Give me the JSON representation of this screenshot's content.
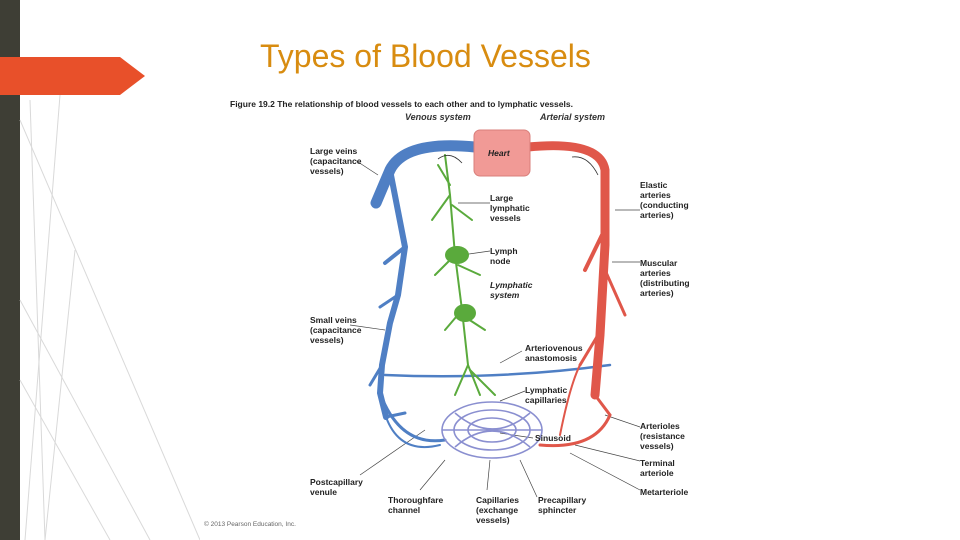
{
  "slide": {
    "title": "Types of Blood Vessels",
    "accent_color": "#d88c10",
    "arrow_color": "#e8502a"
  },
  "figure": {
    "caption": "Figure 19.2  The relationship of blood vessels to each other and to lymphatic vessels.",
    "venous_label": "Venous system",
    "arterial_label": "Arterial system",
    "heart_label": "Heart",
    "copyright": "© 2013 Pearson Education, Inc.",
    "labels": {
      "large_veins": [
        "Large veins",
        "(capacitance",
        "vessels)"
      ],
      "large_lymphatic": [
        "Large",
        "lymphatic",
        "vessels"
      ],
      "lymph_node": [
        "Lymph",
        "node"
      ],
      "lymphatic_system": [
        "Lymphatic",
        "system"
      ],
      "small_veins": [
        "Small veins",
        "(capacitance",
        "vessels)"
      ],
      "arteriovenous": [
        "Arteriovenous",
        "anastomosis"
      ],
      "lymphatic_capillaries": [
        "Lymphatic",
        "capillaries"
      ],
      "sinusoid": [
        "Sinusoid"
      ],
      "postcapillary": [
        "Postcapillary",
        "venule"
      ],
      "thoroughfare": [
        "Thoroughfare",
        "channel"
      ],
      "capillaries": [
        "Capillaries",
        "(exchange",
        "vessels)"
      ],
      "precapillary": [
        "Precapillary",
        "sphincter"
      ],
      "elastic_arteries": [
        "Elastic",
        "arteries",
        "(conducting",
        "arteries)"
      ],
      "muscular_arteries": [
        "Muscular",
        "arteries",
        "(distributing",
        "arteries)"
      ],
      "arterioles": [
        "Arterioles",
        "(resistance",
        "vessels)"
      ],
      "terminal_arteriole": [
        "Terminal",
        "arteriole"
      ],
      "metarteriole": [
        "Metarteriole"
      ]
    }
  },
  "colors": {
    "vein": "#4f7fc4",
    "artery": "#e0574a",
    "lymph": "#5aaa3c",
    "heart": "#f19a96",
    "capillary": "#8a8fd0"
  }
}
